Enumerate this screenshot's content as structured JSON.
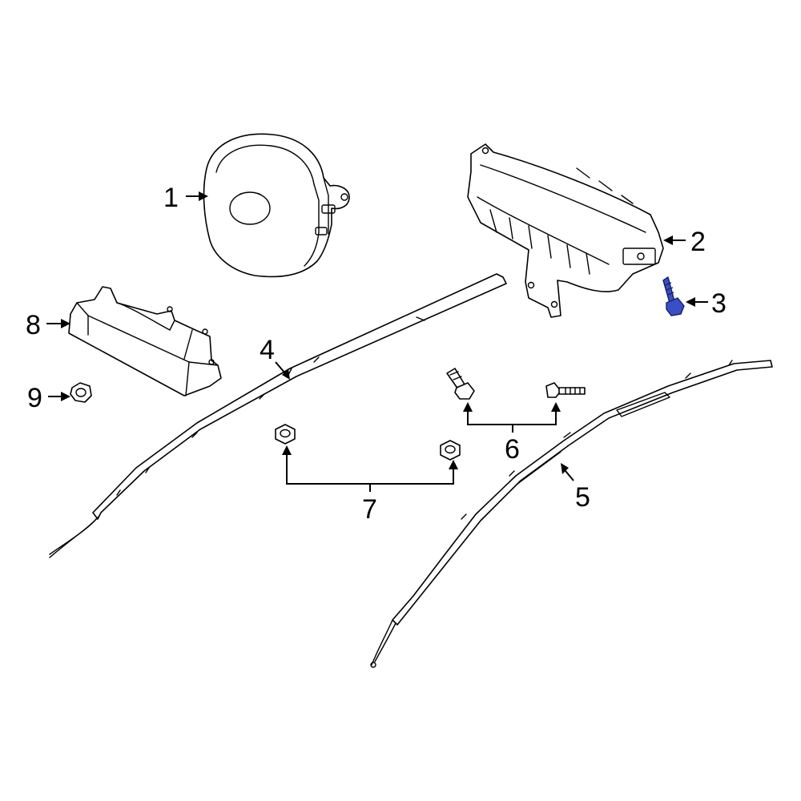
{
  "callouts": {
    "c1": "1",
    "c2": "2",
    "c3": "3",
    "c4": "4",
    "c5": "5",
    "c6": "6",
    "c7": "7",
    "c8": "8",
    "c9": "9"
  },
  "colors": {
    "line_art": "#000000",
    "highlighted_part": "#3a4fc4",
    "background": "#ffffff"
  },
  "highlighted_callout": "3"
}
